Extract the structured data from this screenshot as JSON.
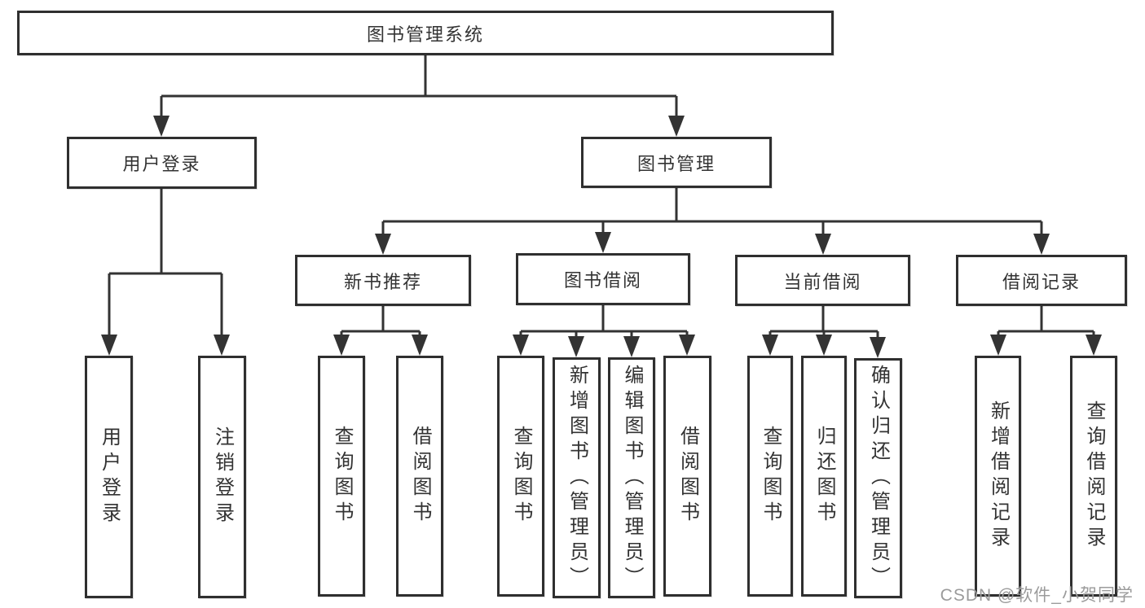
{
  "diagram": {
    "tree": {
      "id": "root",
      "label": "图书管理系统",
      "children": [
        {
          "id": "user-login",
          "label": "用户登录",
          "children": [
            {
              "id": "leaf-user-login",
              "label": "用户登录"
            },
            {
              "id": "leaf-logout",
              "label": "注销登录"
            }
          ]
        },
        {
          "id": "book-mgmt",
          "label": "图书管理",
          "children": [
            {
              "id": "new-book-rec",
              "label": "新书推荐",
              "children": [
                {
                  "id": "leaf-nbr-query",
                  "label": "查询图书"
                },
                {
                  "id": "leaf-nbr-borrow",
                  "label": "借阅图书"
                }
              ]
            },
            {
              "id": "book-borrow",
              "label": "图书借阅",
              "children": [
                {
                  "id": "leaf-bb-query",
                  "label": "查询图书"
                },
                {
                  "id": "leaf-bb-add",
                  "label": "新增图书（管理员）"
                },
                {
                  "id": "leaf-bb-edit",
                  "label": "编辑图书（管理员）"
                },
                {
                  "id": "leaf-bb-borrow",
                  "label": "借阅图书"
                }
              ]
            },
            {
              "id": "current-borrow",
              "label": "当前借阅",
              "children": [
                {
                  "id": "leaf-cb-query",
                  "label": "查询图书"
                },
                {
                  "id": "leaf-cb-return",
                  "label": "归还图书"
                },
                {
                  "id": "leaf-cb-confirm",
                  "label": "确认归还（管理员）"
                }
              ]
            },
            {
              "id": "borrow-records",
              "label": "借阅记录",
              "children": [
                {
                  "id": "leaf-br-add",
                  "label": "新增借阅记录"
                },
                {
                  "id": "leaf-br-query",
                  "label": "查询借阅记录"
                }
              ]
            }
          ]
        }
      ]
    },
    "colors": {
      "line": "#333333",
      "text": "#333333",
      "background": "#ffffff",
      "watermark": "#9b9b9b"
    },
    "watermark": "CSDN @软件_小贺同学"
  }
}
